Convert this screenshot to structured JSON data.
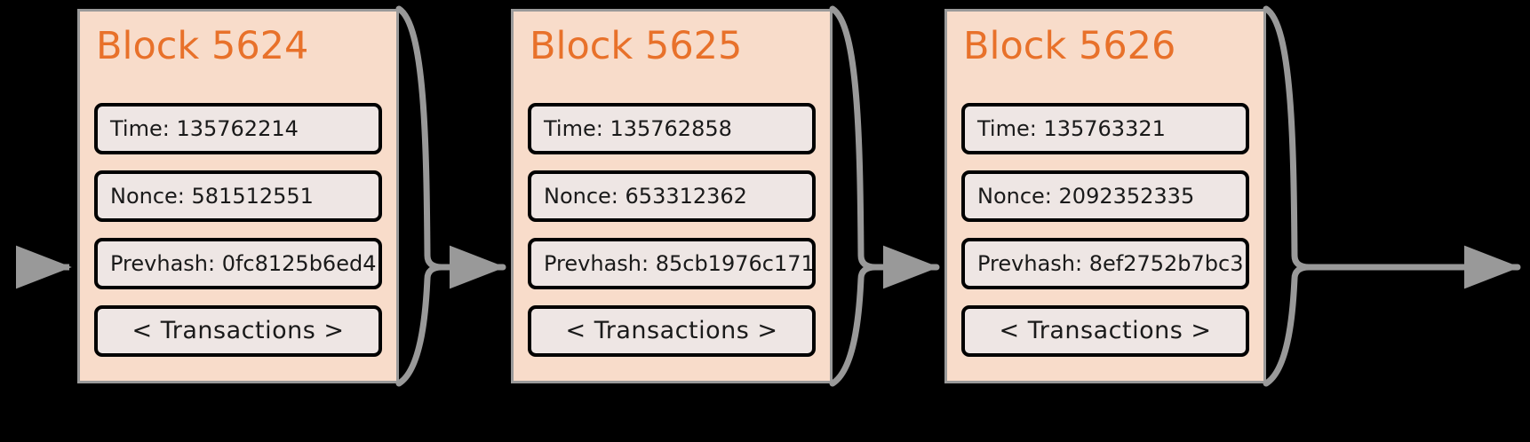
{
  "diagram": {
    "type": "blockchain-chain",
    "background_color": "#000000",
    "block_fill_color": "#f8dcca",
    "block_border_color": "#9a9a9a",
    "field_fill_color": "#eee6e4",
    "field_border_color": "#000000",
    "title_color": "#e8712a",
    "connector_color": "#999999",
    "transactions_label": "< Transactions >"
  },
  "blocks": [
    {
      "title": "Block 5624",
      "time": "Time: 135762214",
      "nonce": "Nonce: 581512551",
      "prevhash": "Prevhash: 0fc8125b6ed4",
      "transactions": "< Transactions >"
    },
    {
      "title": "Block 5625",
      "time": "Time: 135762858",
      "nonce": "Nonce: 653312362",
      "prevhash": "Prevhash: 85cb1976c171",
      "transactions": "< Transactions >"
    },
    {
      "title": "Block 5626",
      "time": "Time: 135763321",
      "nonce": "Nonce: 2092352335",
      "prevhash": "Prevhash: 8ef2752b7bc3",
      "transactions": "< Transactions >"
    }
  ],
  "connectors": [
    {
      "name": "inbound-arrow-into-block-5624"
    },
    {
      "name": "chain-link-5624-to-5625"
    },
    {
      "name": "chain-link-5625-to-5626"
    },
    {
      "name": "outbound-arrow-from-block-5626"
    }
  ]
}
